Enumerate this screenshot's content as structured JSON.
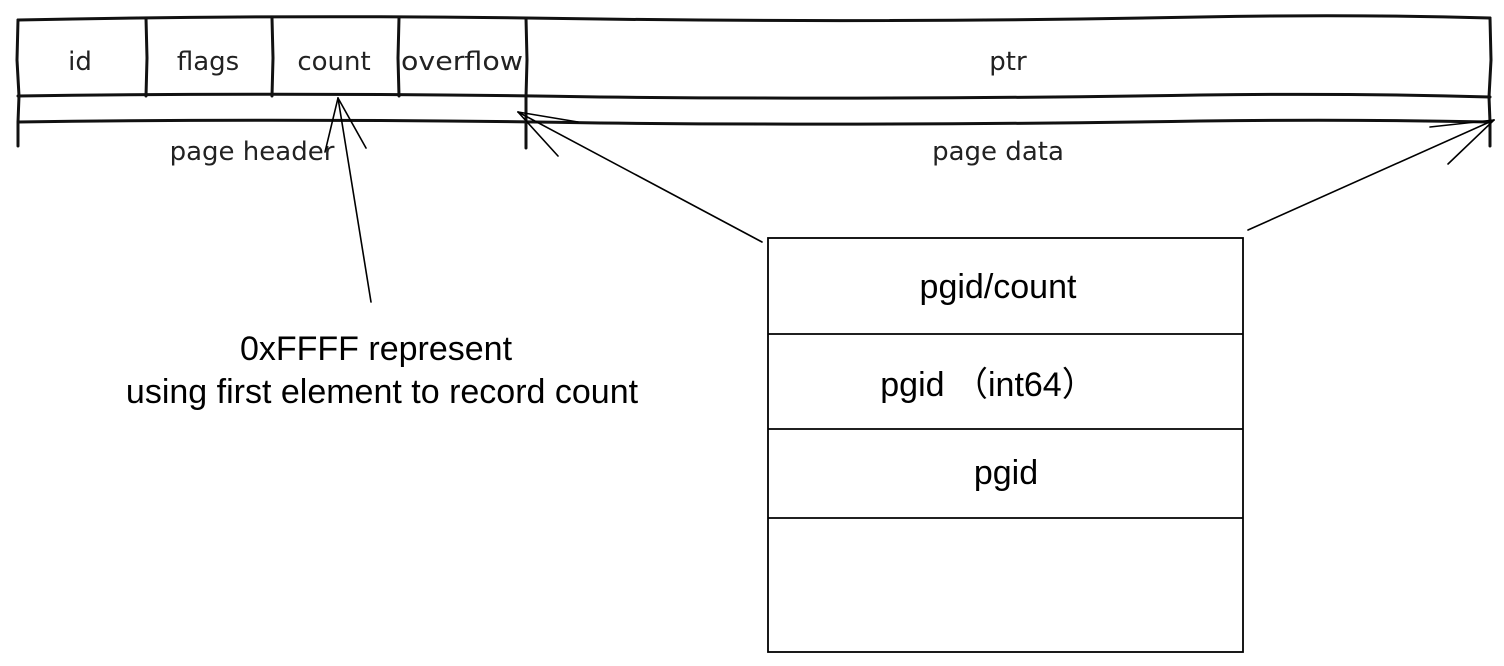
{
  "header_fields": [
    {
      "label": "id"
    },
    {
      "label": "flags"
    },
    {
      "label": "count"
    },
    {
      "label": "overflow"
    },
    {
      "label": "ptr"
    }
  ],
  "sections": {
    "header_label": "page header",
    "data_label": "page data"
  },
  "annotation": {
    "line1": "0xFFFF represent",
    "line2": "using first element to record count"
  },
  "data_table": {
    "rows": [
      {
        "label": "pgid/count"
      },
      {
        "label": "pgid （int64）"
      },
      {
        "label": "pgid"
      },
      {
        "label": ""
      }
    ]
  }
}
